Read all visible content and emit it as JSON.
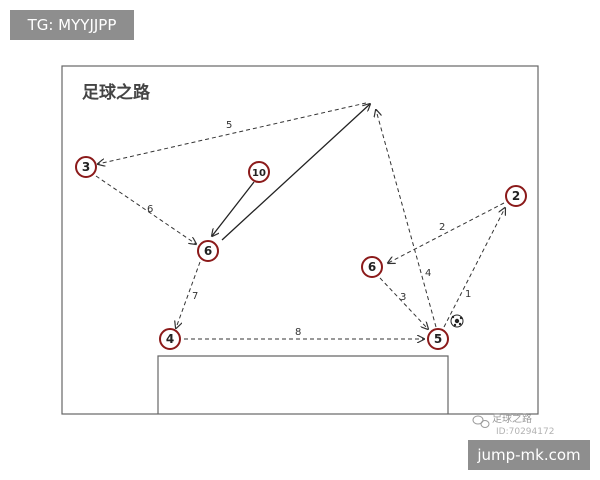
{
  "header": {
    "tag_text": "TG: MYYJJPP"
  },
  "diagram": {
    "title": "足球之路",
    "players": [
      {
        "id": "p3",
        "number": "3"
      },
      {
        "id": "p10",
        "number": "10"
      },
      {
        "id": "p6-left",
        "number": "6"
      },
      {
        "id": "p4",
        "number": "4"
      },
      {
        "id": "p6-right",
        "number": "6"
      },
      {
        "id": "p5",
        "number": "5"
      },
      {
        "id": "p2",
        "number": "2"
      }
    ],
    "pass_labels": [
      "5",
      "6",
      "7",
      "8",
      "2",
      "3",
      "4",
      "1"
    ],
    "watermark": {
      "name": "足球之路",
      "id": "ID:70294172"
    }
  },
  "footer": {
    "site_text": "jump-mk.com"
  }
}
